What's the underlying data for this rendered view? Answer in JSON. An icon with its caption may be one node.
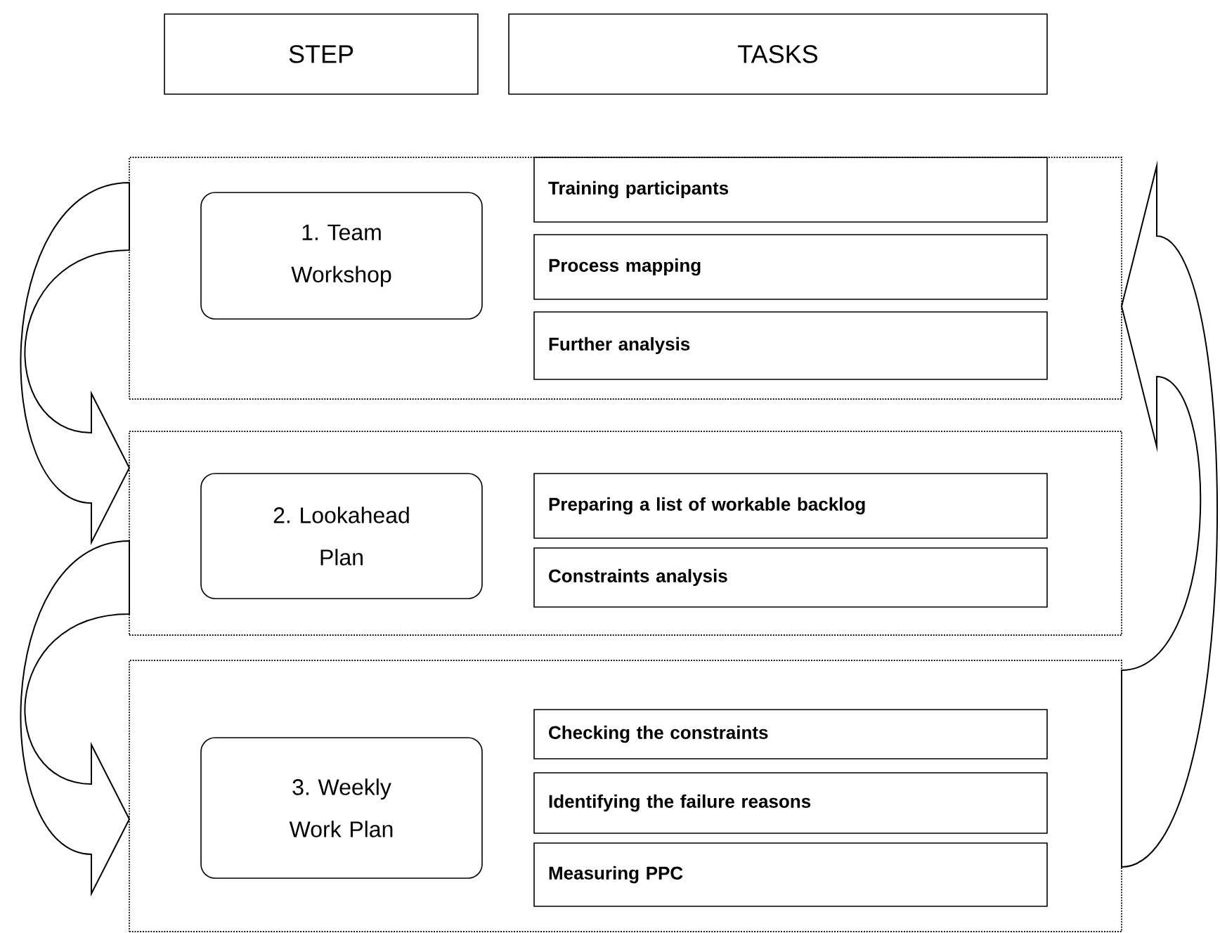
{
  "diagram": {
    "nodes": [
      {
        "text": [
          "STEP"
        ]
      },
      {
        "text": [
          "TASKS"
        ]
      },
      {
        "text": [],
        "shape": "box"
      },
      {
        "text": [
          "1. Team Workshop"
        ],
        "in": 2
      },
      {
        "text": [
          "Training participants"
        ],
        "in": 2
      },
      {
        "text": [
          "Process mapping"
        ],
        "in": 2
      },
      {
        "text": [
          "Further analysis"
        ],
        "in": 2
      },
      {
        "text": [],
        "shape": "box"
      },
      {
        "text": [
          "2. Lookahead Plan"
        ],
        "in": 7
      },
      {
        "text": [
          "Preparing a list of workable backlog"
        ],
        "in": 7
      },
      {
        "text": [
          "Constraints analysis"
        ],
        "in": 7
      },
      {
        "text": [],
        "shape": "box"
      },
      {
        "text": [
          "3. Weekly Work Plan"
        ],
        "in": 11
      },
      {
        "text": [
          "Checking the constraints"
        ],
        "in": 11
      },
      {
        "text": [
          "Identifying the failure reasons"
        ],
        "in": 11
      },
      {
        "text": [
          "Measuring PPC"
        ],
        "in": 11
      }
    ],
    "edges": [
      {
        "from": 2,
        "to": 7,
        "arrow": "to"
      },
      {
        "from": 7,
        "to": 11,
        "arrow": "to"
      },
      {
        "from": 11,
        "to": 2,
        "arrow": "to"
      }
    ]
  }
}
